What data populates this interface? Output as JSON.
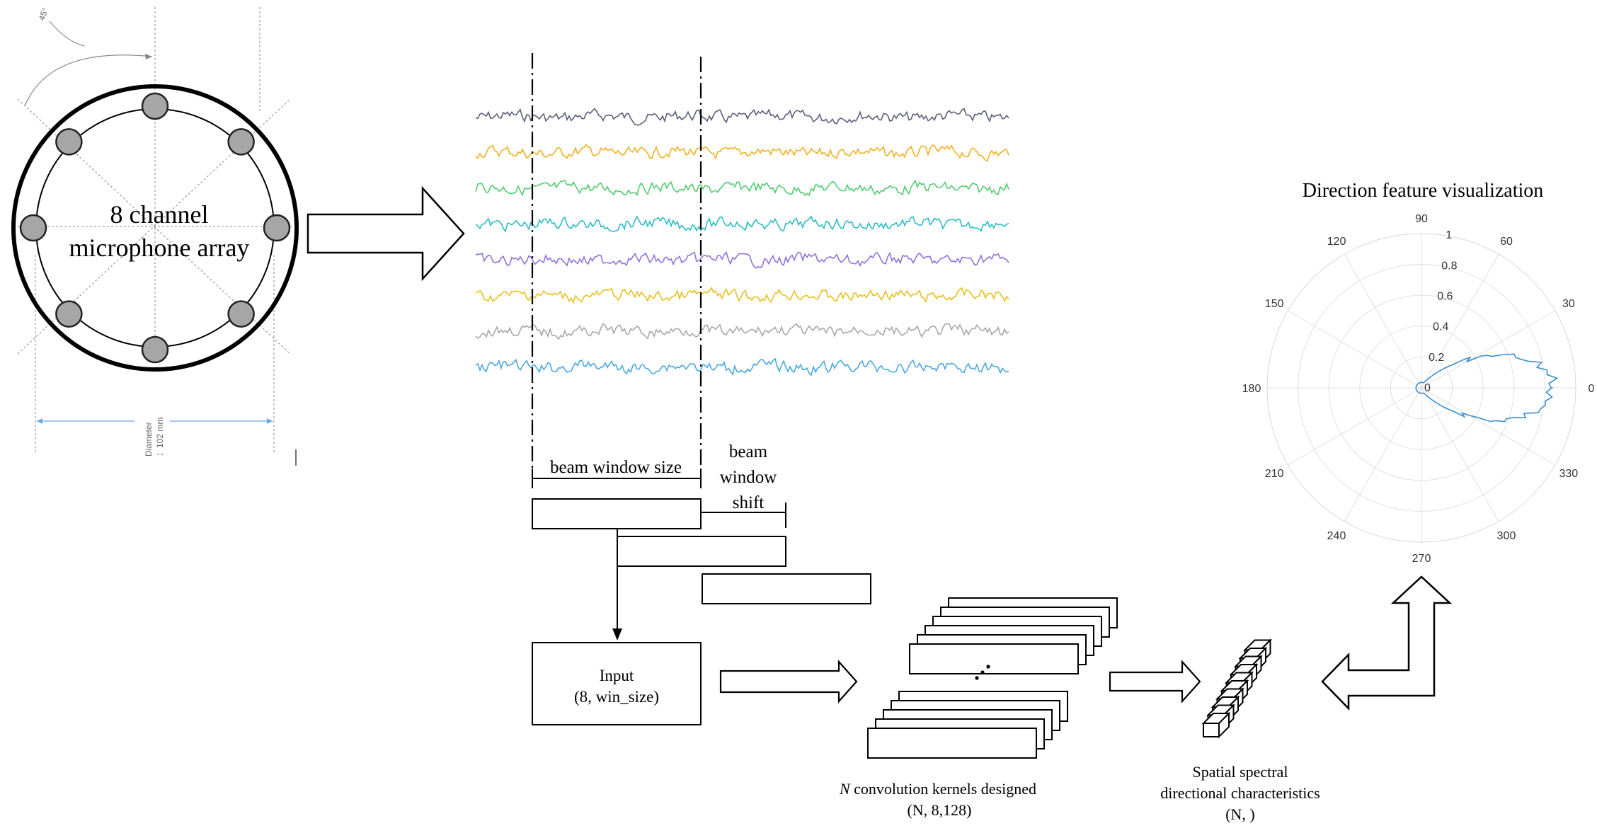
{
  "mic_array": {
    "label_line1": "8 channel",
    "label_line2": "microphone array",
    "angle_label": "45°",
    "diameter_label_line1": "Diameter",
    "diameter_label_line2": "：102 mm",
    "channel_count": 8
  },
  "signals": {
    "colors": [
      "#5a6078",
      "#f0b020",
      "#52cc70",
      "#2cbcc4",
      "#9370db",
      "#e8c020",
      "#a8a8a8",
      "#4aa8e0"
    ],
    "count": 8
  },
  "window": {
    "size_label": "beam window size",
    "shift_label_line1": "beam",
    "shift_label_line2": "window",
    "shift_label_line3": "shift"
  },
  "input_box": {
    "line1": "Input",
    "line2": "(8, win_size)"
  },
  "kernels": {
    "caption_var": "N",
    "caption_text": " convolution kernels designed",
    "shape": "(N, 8,128)"
  },
  "spectral": {
    "line1": "Spatial spectral",
    "line2": "directional characteristics",
    "shape": "(N, )"
  },
  "polar": {
    "title": "Direction feature visualization",
    "angle_labels": [
      "0",
      "30",
      "60",
      "90",
      "120",
      "150",
      "180",
      "210",
      "240",
      "270",
      "300",
      "330"
    ],
    "radial_labels": [
      "0",
      "0.2",
      "0.4",
      "0.6",
      "0.8",
      "1"
    ],
    "line_color": "#3b8ed0"
  }
}
